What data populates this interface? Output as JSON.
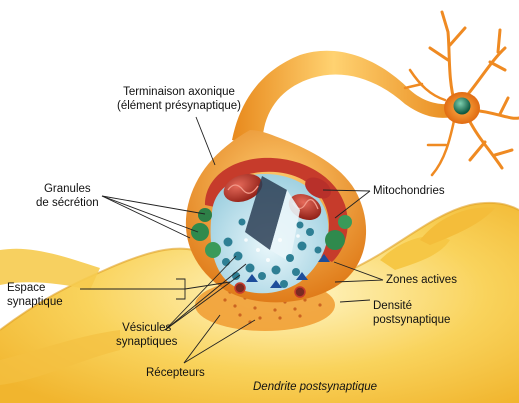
{
  "labels": {
    "axon_terminal": {
      "line1": "Terminaison axonique",
      "line2": "(élément présynaptique)"
    },
    "secretory_granules": {
      "line1": "Granules",
      "line2": "de sécrétion"
    },
    "mitochondria": "Mitochondries",
    "synaptic_cleft": {
      "line1": "Espace",
      "line2": "synaptique"
    },
    "active_zones": "Zones actives",
    "postsynaptic_density": {
      "line1": "Densité",
      "line2": "postsynaptique"
    },
    "synaptic_vesicles": {
      "line1": "Vésicules",
      "line2": "synaptiques"
    },
    "receptors": "Récepteurs",
    "postsynaptic_dendrite": "Dendrite postsynaptique"
  },
  "colors": {
    "dendrite": "#f7c94a",
    "axon": "#f0a12a",
    "cell_body": "#ef8a22",
    "nucleus": "#1e7a5c",
    "membrane_red": "#c23a2a",
    "interior_blue": "#bfe3ef",
    "vesicle_teal": "#2e7f94",
    "granule_green": "#2f8a4d"
  }
}
